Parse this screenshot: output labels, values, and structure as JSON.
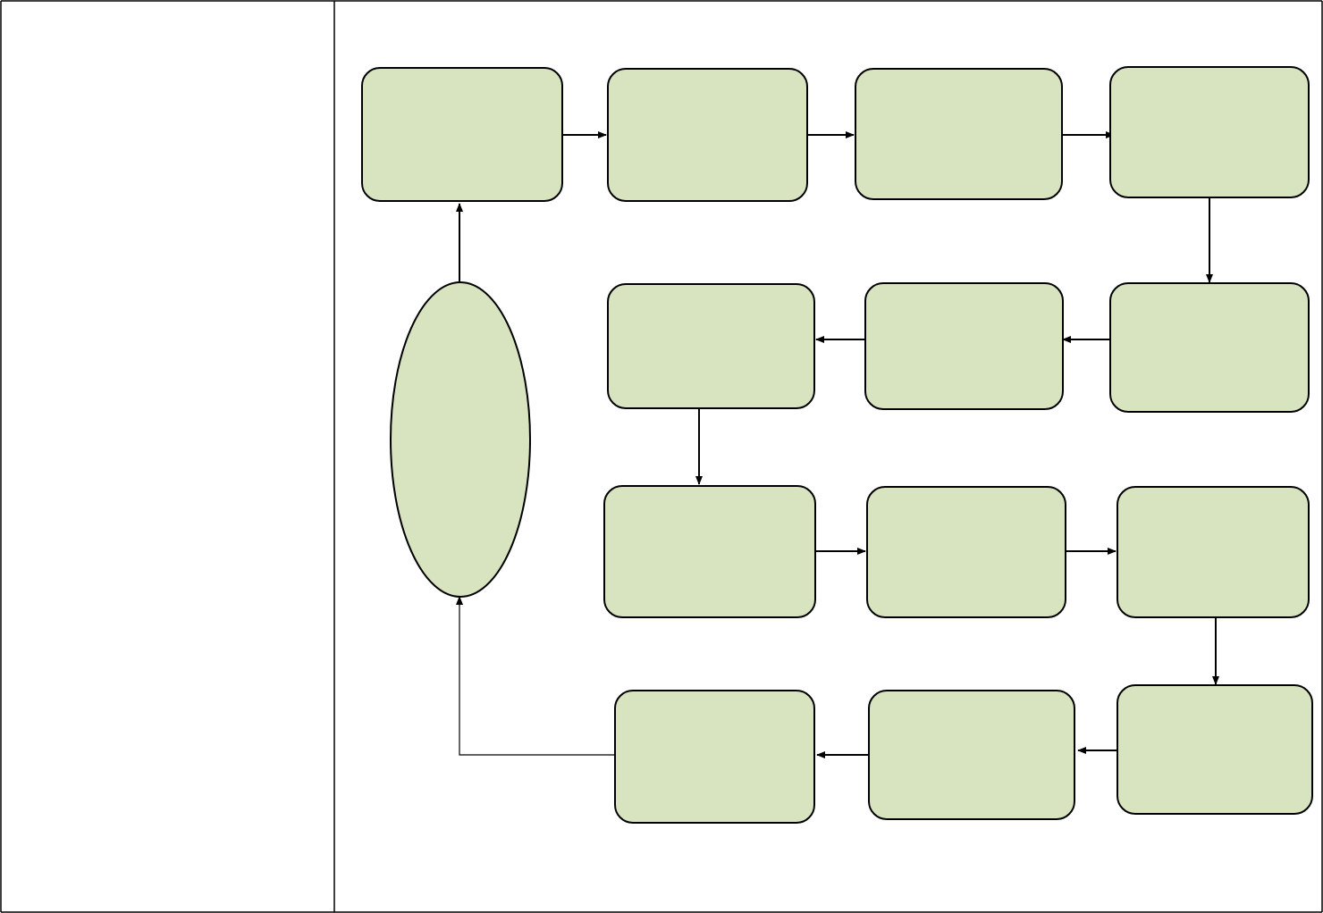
{
  "page": {
    "background": "#ffffff"
  },
  "table": {
    "left_cell_text": "",
    "right_cell_text": "",
    "border_color": "#000000"
  },
  "diagram": {
    "node_fill": "#d8e4bf",
    "node_stroke": "#000000",
    "arrow_color": "#000000",
    "center_node": {
      "shape": "ellipse",
      "label": ""
    },
    "nodes": [
      {
        "id": "step-1",
        "label": ""
      },
      {
        "id": "step-2",
        "label": ""
      },
      {
        "id": "step-3",
        "label": ""
      },
      {
        "id": "step-4",
        "label": ""
      },
      {
        "id": "step-5",
        "label": ""
      },
      {
        "id": "step-6",
        "label": ""
      },
      {
        "id": "step-7",
        "label": ""
      },
      {
        "id": "step-8",
        "label": ""
      },
      {
        "id": "step-9",
        "label": ""
      },
      {
        "id": "step-10",
        "label": ""
      },
      {
        "id": "step-11",
        "label": ""
      },
      {
        "id": "step-12",
        "label": ""
      },
      {
        "id": "step-13",
        "label": ""
      }
    ],
    "edges": [
      {
        "from": "center",
        "to": "step-1"
      },
      {
        "from": "step-1",
        "to": "step-2"
      },
      {
        "from": "step-2",
        "to": "step-3"
      },
      {
        "from": "step-3",
        "to": "step-4"
      },
      {
        "from": "step-4",
        "to": "step-5"
      },
      {
        "from": "step-5",
        "to": "step-6"
      },
      {
        "from": "step-6",
        "to": "step-7"
      },
      {
        "from": "step-7",
        "to": "step-8"
      },
      {
        "from": "step-8",
        "to": "step-9"
      },
      {
        "from": "step-9",
        "to": "step-10"
      },
      {
        "from": "step-10",
        "to": "step-11"
      },
      {
        "from": "step-11",
        "to": "step-12"
      },
      {
        "from": "step-12",
        "to": "step-13"
      },
      {
        "from": "step-13",
        "to": "center"
      }
    ]
  }
}
